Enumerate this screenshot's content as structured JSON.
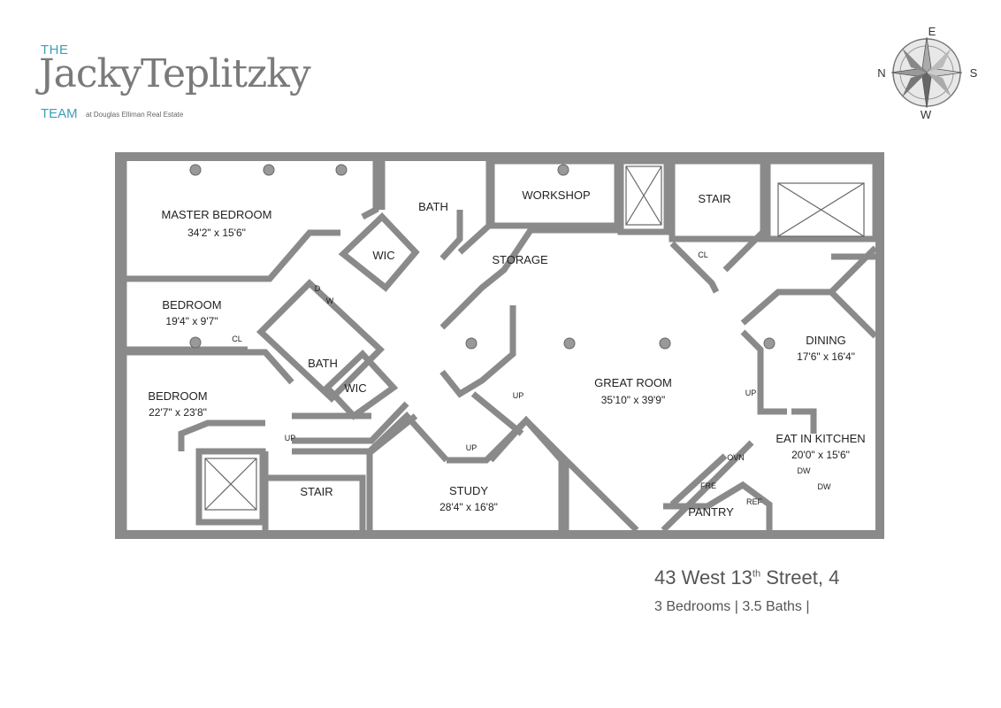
{
  "branding": {
    "the": "THE",
    "name": "JackyTeplitzky",
    "team": "TEAM",
    "firm": "at Douglas Elliman Real Estate"
  },
  "compass": {
    "n": "N",
    "e": "E",
    "s": "S",
    "w": "W"
  },
  "rooms": {
    "master_bedroom": {
      "name": "MASTER BEDROOM",
      "dim": "34'2\" x 15'6\""
    },
    "bedroom_2": {
      "name": "BEDROOM",
      "dim": "19'4\" x 9'7\""
    },
    "bedroom_3": {
      "name": "BEDROOM",
      "dim": "22'7\" x 23'8\""
    },
    "bath_1": {
      "name": "BATH"
    },
    "bath_2": {
      "name": "BATH"
    },
    "wic_1": {
      "name": "WIC"
    },
    "wic_2": {
      "name": "WIC"
    },
    "workshop": {
      "name": "WORKSHOP"
    },
    "storage": {
      "name": "STORAGE"
    },
    "stair_1": {
      "name": "STAIR"
    },
    "stair_2": {
      "name": "STAIR"
    },
    "great_room": {
      "name": "GREAT ROOM",
      "dim": "35'10\" x 39'9\""
    },
    "dining": {
      "name": "DINING",
      "dim": "17'6\" x 16'4\""
    },
    "kitchen": {
      "name": "EAT IN KITCHEN",
      "dim": "20'0\" x 15'6\""
    },
    "study": {
      "name": "STUDY",
      "dim": "28'4\" x 16'8\""
    },
    "pantry": {
      "name": "PANTRY"
    }
  },
  "tags": {
    "d": "D",
    "w": "W",
    "cl_1": "CL",
    "cl_2": "CL",
    "up_1": "UP",
    "up_2": "UP",
    "up_3": "UP",
    "up_4": "UP",
    "ovn": "OVN",
    "fre": "FRE",
    "ref": "REF",
    "dw_1": "DW",
    "dw_2": "DW"
  },
  "listing": {
    "street_number": "43 West 13",
    "ordinal": "th",
    "street_rest": " Street, 4",
    "summary": "3 Bedrooms | 3.5 Baths |"
  }
}
